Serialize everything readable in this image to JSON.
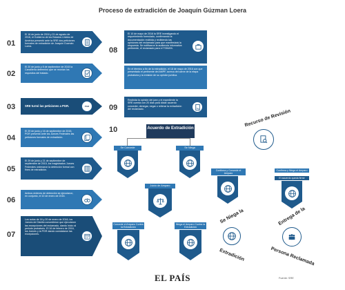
{
  "title": "Proceso de extradición de Joaquín Gúzman Loera",
  "steps": [
    {
      "num": "01",
      "text": "El 16 de junio de 2016 y 21 de agosto de 2016, el Gobierno de los Estados Unidos de América presentó ante la SRE dos peticiones formales de extradición de Joaquín Guzmán Loera."
    },
    {
      "num": "02",
      "text": "El 20 de junio y 8 de septiembre de 2015 la Cancillería determinó que se reunían los requisitos del tratado."
    },
    {
      "num": "03",
      "text": "SRE turnó las peticiones a PGR."
    },
    {
      "num": "04",
      "text": "El 29 de junio y 16 de septiembre de 2015, PGR presentó ante los Jueces Federales las peticiones formales de extradición."
    },
    {
      "num": "05",
      "text": "El 29 de junio y 21 de septiembre de septiembre de 2015, los magistrados Jueces Federales ordenaron la detención formal con fines de extradición."
    },
    {
      "num": "06",
      "text": "Ambos órdenes de detención se ejecutaron, en conjunto, el 10 de enero de 2016."
    },
    {
      "num": "07",
      "text": "Los autos de 16 y 20 de enero de 2016, los Jueces de Distrito concedieron que ejecutaron las excepciones del reclamado, dando inicio al periodo probatorio. El 16 de febrero de 2016, los Jueces y la PGR dando constataron las excepciones."
    },
    {
      "num": "08",
      "text": "El 10 de mayo de 2016 la SRE investigando el requerimiento formulado, confirmando la documentación recibida y recibiendo las opiniones del reclamado para que manifestará la respuesta. Se notificaron la audiencia informativa pertinente, el reclamado para el TOMA%."
    },
    {
      "num": "",
      "text": "En el término a fin de la extradición, el 18 de mayo de 2016 con que presentado el pertinente del AMPF, acerca del carne de la etapa probatoria y la emisión de su opinión jurídica."
    },
    {
      "num": "09",
      "text": "Recibida la opinión del juez y el expediente la SRE cuenta con 20 días para dictar acuerdo conceder, denegar, negar o reiterar la extradición del reclamado."
    },
    {
      "num": "10",
      "text": ""
    }
  ],
  "pgr_label": "PGR",
  "acuerdo": "Acuerdo de Extradición",
  "se_concede": "Se Concede",
  "se_niega": "Se Niega",
  "juicio_amparo": "Juicio de Amparo",
  "concede_amparo": "Concede el Amparo Contra la Extradición",
  "niega_amparo": "Niega el Amparo Contra la Extradición",
  "recurso": "Recurso de Revisión",
  "confirma_concede": "Confirma y Concede el Amparo",
  "confirma_niega": "Confirma y Niega el Amparo",
  "acuerdo_firme": "El acuerdo queda firme",
  "se_niega_la": "Se Niega la",
  "extradicion": "Extradición",
  "entrega_de_la": "Entrega de la",
  "persona_reclamada": "Persona Reclamada",
  "fuente": "Fuente: SRE",
  "logo": "EL PAÍS",
  "colors": {
    "primary": "#1f5a8c",
    "light": "#2f78b4",
    "dark": "#1f3a5c"
  }
}
